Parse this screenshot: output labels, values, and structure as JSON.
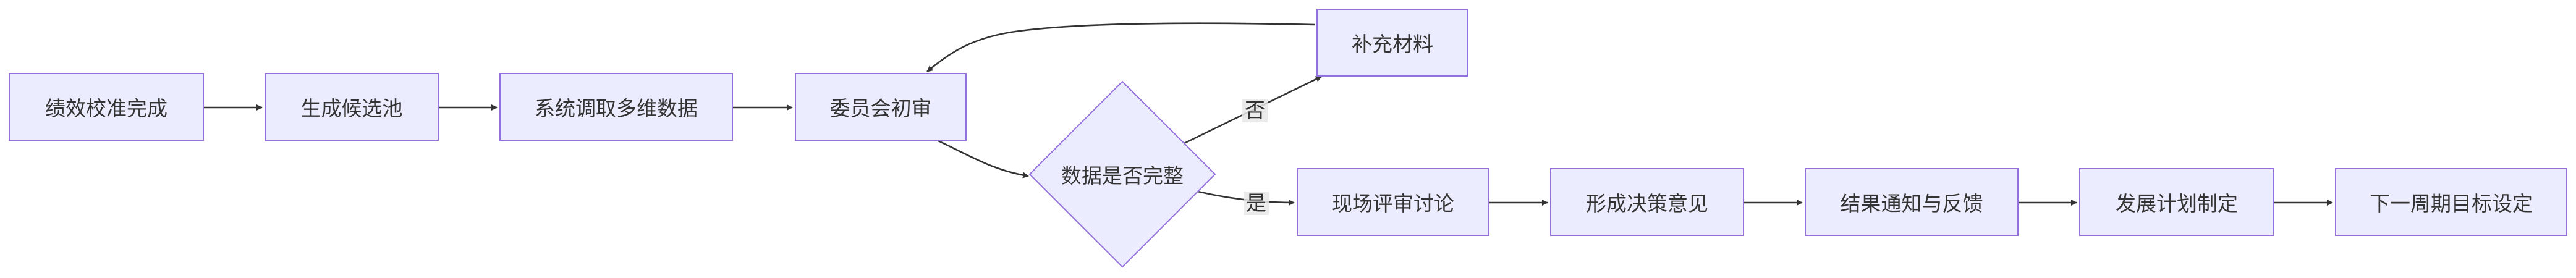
{
  "nodes": {
    "n1": "绩效校准完成",
    "n2": "生成候选池",
    "n3": "系统调取多维数据",
    "n4": "委员会初审",
    "decision": "数据是否完整",
    "supplement": "补充材料",
    "n5": "现场评审讨论",
    "n6": "形成决策意见",
    "n7": "结果通知与反馈",
    "n8": "发展计划制定",
    "n9": "下一周期目标设定"
  },
  "edge_labels": {
    "no": "否",
    "yes": "是"
  },
  "colors": {
    "node_fill": "#ececff",
    "node_border": "#9370db",
    "edge": "#333333",
    "text": "#333333"
  }
}
